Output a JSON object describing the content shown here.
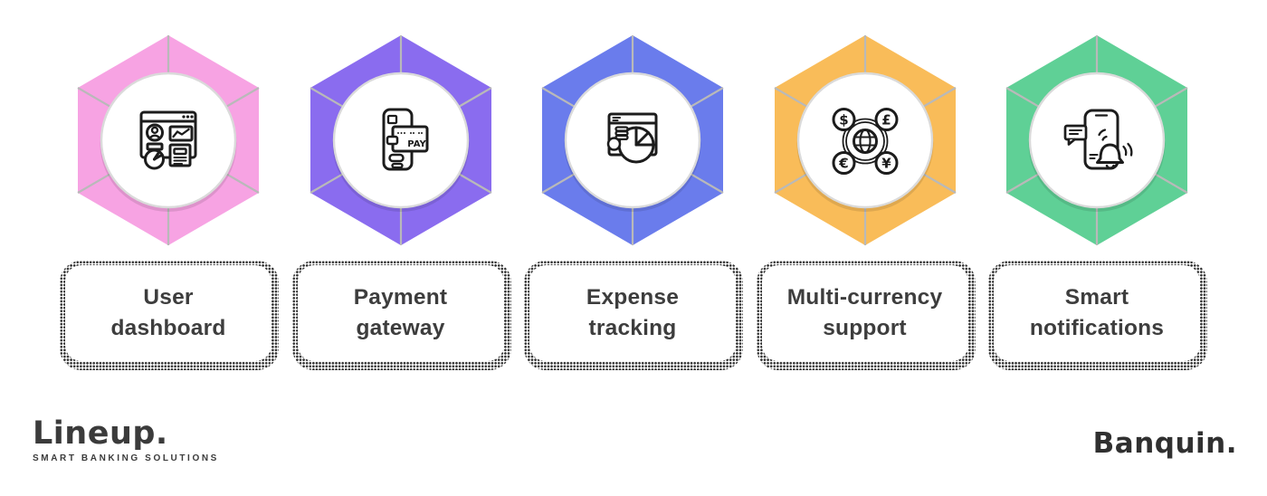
{
  "features": [
    {
      "name": "user-dashboard",
      "label": "User dashboard",
      "line1": "User",
      "line2": "dashboard",
      "color": "#f7a3e3"
    },
    {
      "name": "payment-gateway",
      "label": "Payment gateway",
      "line1": "Payment",
      "line2": "gateway",
      "color": "#8a6cef"
    },
    {
      "name": "expense-tracking",
      "label": "Expense tracking",
      "line1": "Expense",
      "line2": "tracking",
      "color": "#6a7cec"
    },
    {
      "name": "multi-currency-support",
      "label": "Multi-currency support",
      "line1": "Multi-currency",
      "line2": "support",
      "color": "#f9bc59"
    },
    {
      "name": "smart-notifications",
      "label": "Smart notifications",
      "line1": "Smart",
      "line2": "notifications",
      "color": "#5fd096"
    }
  ],
  "icons": {
    "pay_label": "PAY",
    "currency_symbols": [
      "$",
      "£",
      "€",
      "¥"
    ]
  },
  "footer": {
    "brand_left": "Lineup.",
    "brand_left_tagline": "SMART BANKING SOLUTIONS",
    "brand_right": "Banquin."
  },
  "colors": {
    "background": "#ffffff",
    "spoke": "#b9b9b9",
    "circle_fill": "#ffffff",
    "circle_border": "#dadada",
    "card_text": "#3d3d3d",
    "icon_stroke": "#1c1c1c"
  }
}
